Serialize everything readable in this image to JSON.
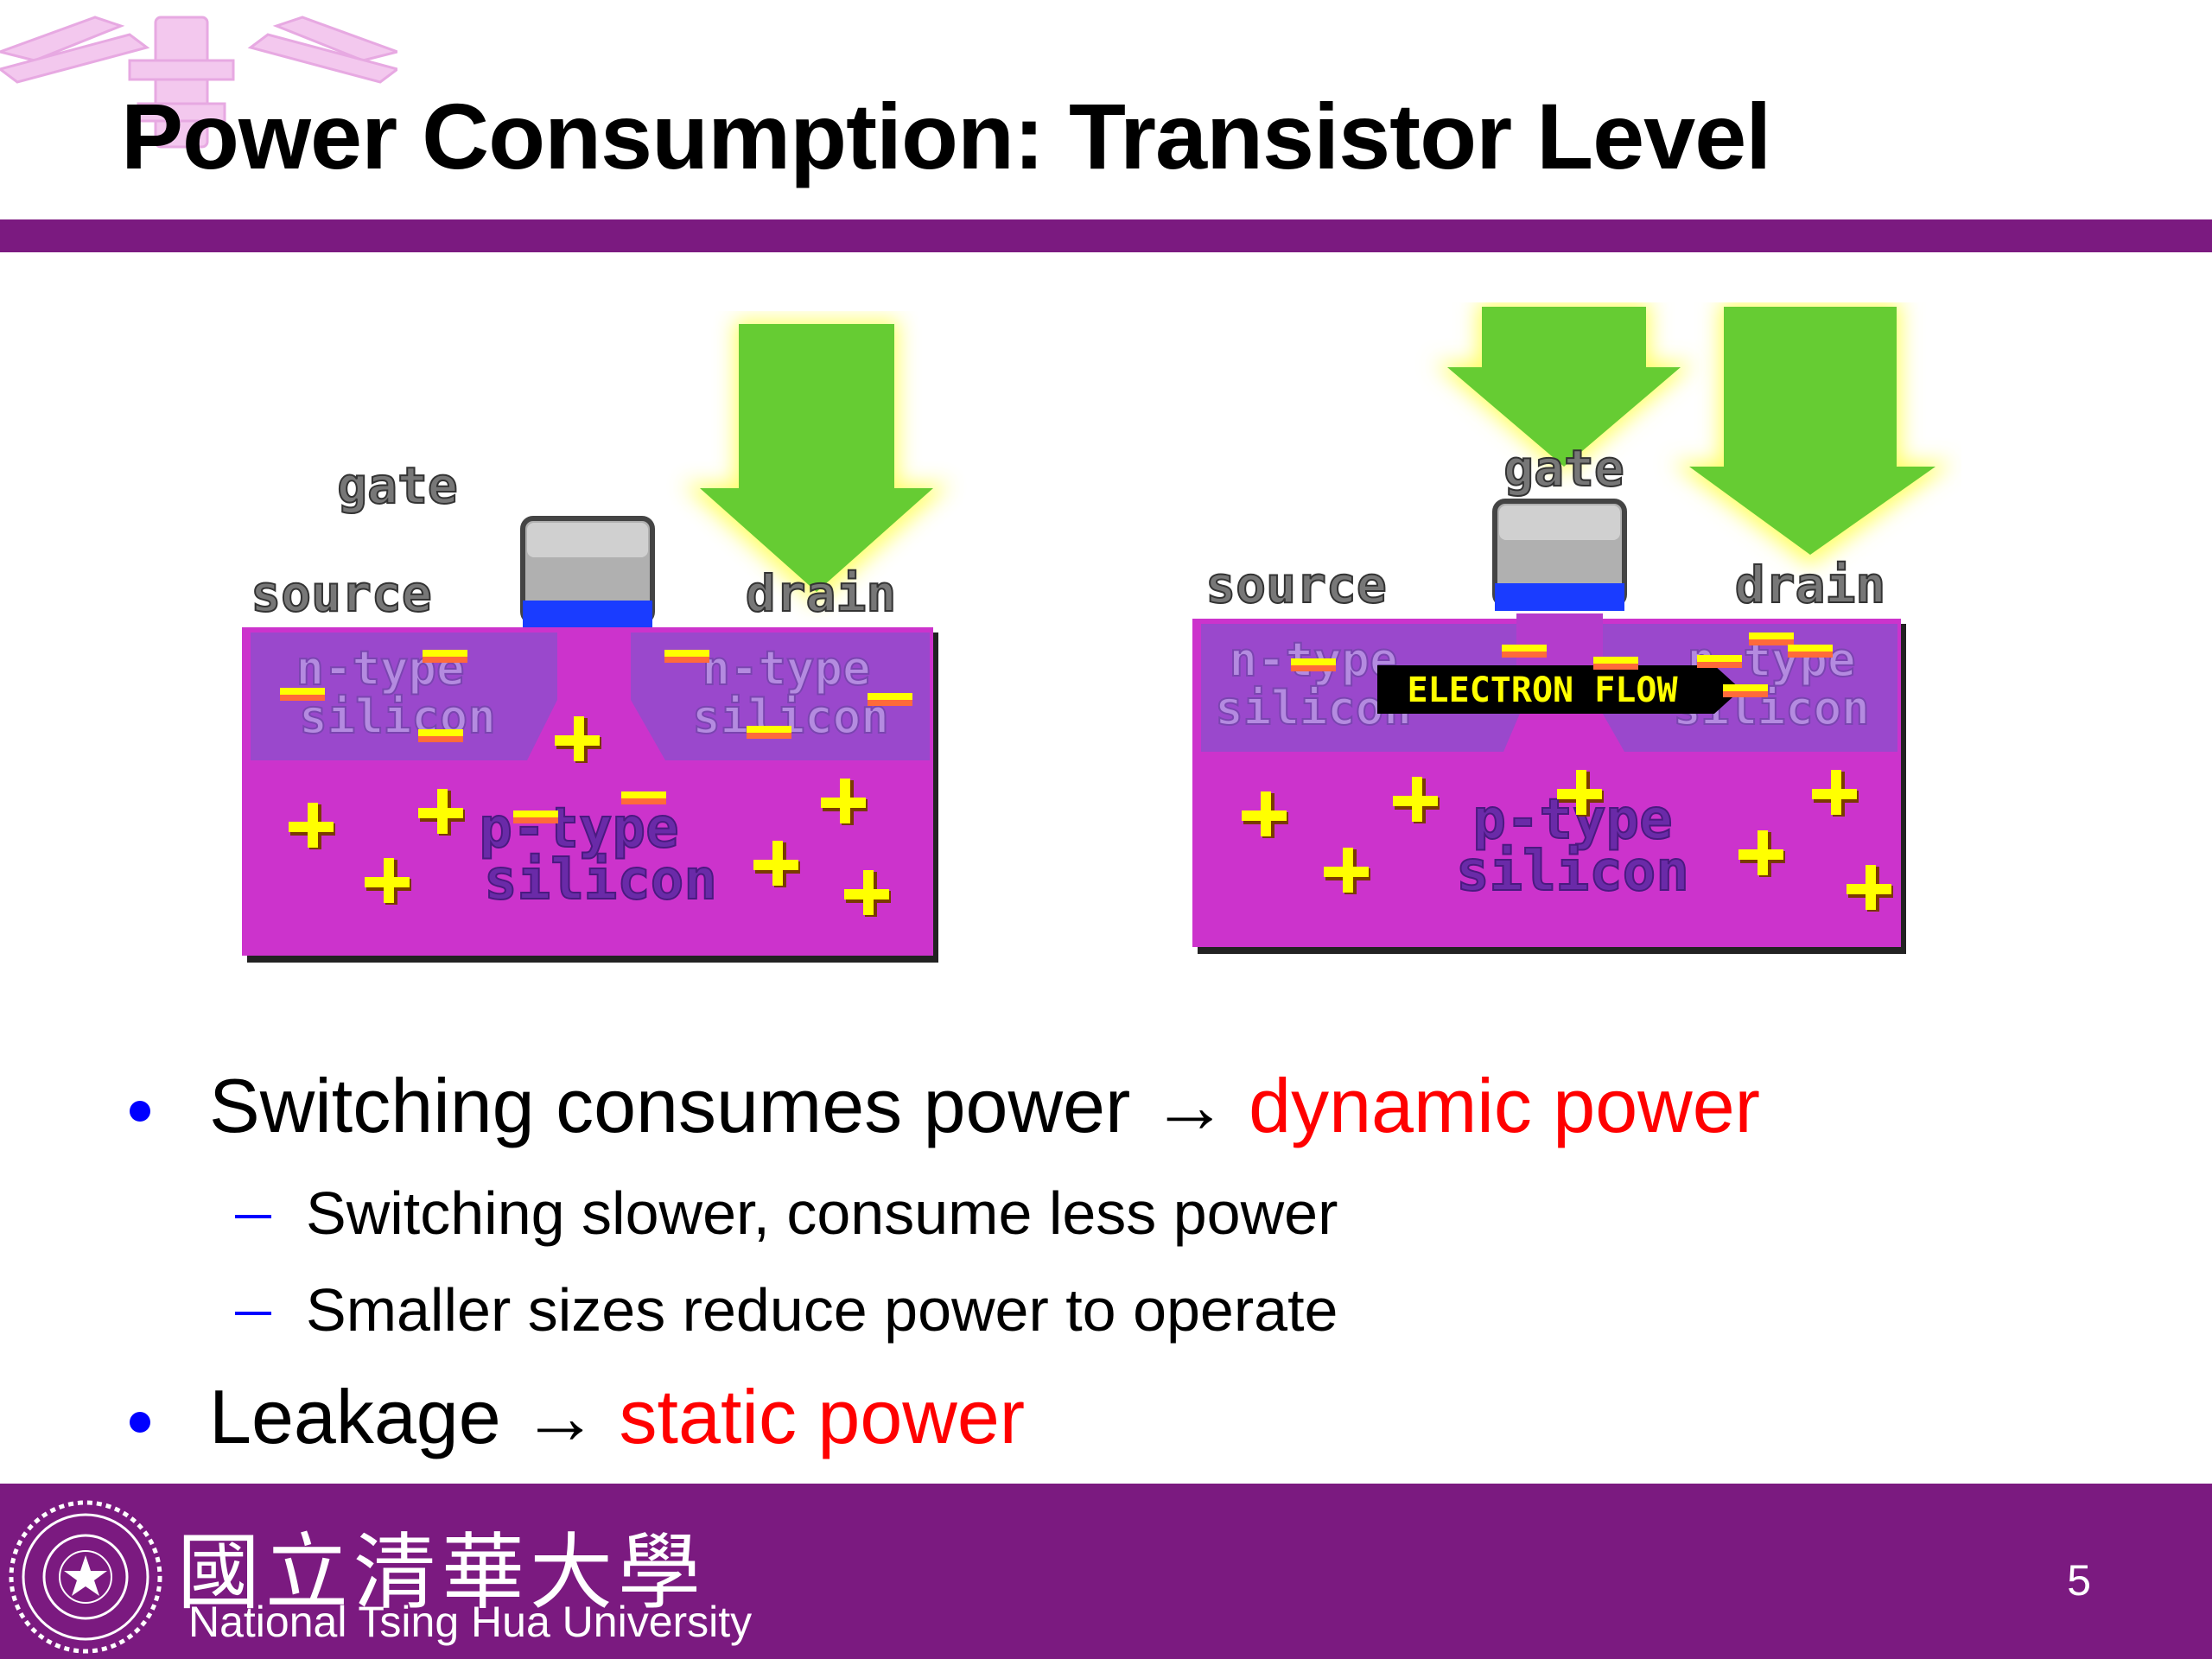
{
  "slide": {
    "title": "Power Consumption: Transistor Level",
    "page_number": "5"
  },
  "colors": {
    "accent_purple": "#7b1a80",
    "highlight_red": "#ff0000",
    "bullet_blue": "#0000ff",
    "silicon_magenta": "#cc33cc",
    "ntype_violet": "#9a48cc",
    "arrow_green": "#66cc33",
    "glow_yellow": "#ffff66",
    "charge_yellow": "#ffff00",
    "gate_blue": "#1a3cff"
  },
  "diagrams": {
    "left": {
      "gate": "gate",
      "source": "source",
      "drain": "drain",
      "ntype_left": [
        "n-type",
        "silicon"
      ],
      "ntype_right": [
        "n-type",
        "silicon"
      ],
      "ptype": [
        "p-type",
        "silicon"
      ]
    },
    "right": {
      "gate": "gate",
      "source": "source",
      "drain": "drain",
      "ntype_left": [
        "n-type",
        "silicon"
      ],
      "ntype_right": [
        "n-type",
        "silicon"
      ],
      "ptype": [
        "p-type",
        "silicon"
      ],
      "flow_label": "ELECTRON FLOW"
    }
  },
  "bullets": [
    {
      "level": 1,
      "text": "Switching consumes power → ",
      "highlight": "dynamic power"
    },
    {
      "level": 2,
      "text": "Switching slower, consume less power"
    },
    {
      "level": 2,
      "text": "Smaller sizes reduce power to operate"
    },
    {
      "level": 1,
      "text": "Leakage → ",
      "highlight": "static power"
    }
  ],
  "footer": {
    "chinese_name": "國立清華大學",
    "english_name": "National Tsing Hua University",
    "seal_icon": "university-seal-icon",
    "top_logo_icon": "nthu-logo-watermark-icon"
  }
}
